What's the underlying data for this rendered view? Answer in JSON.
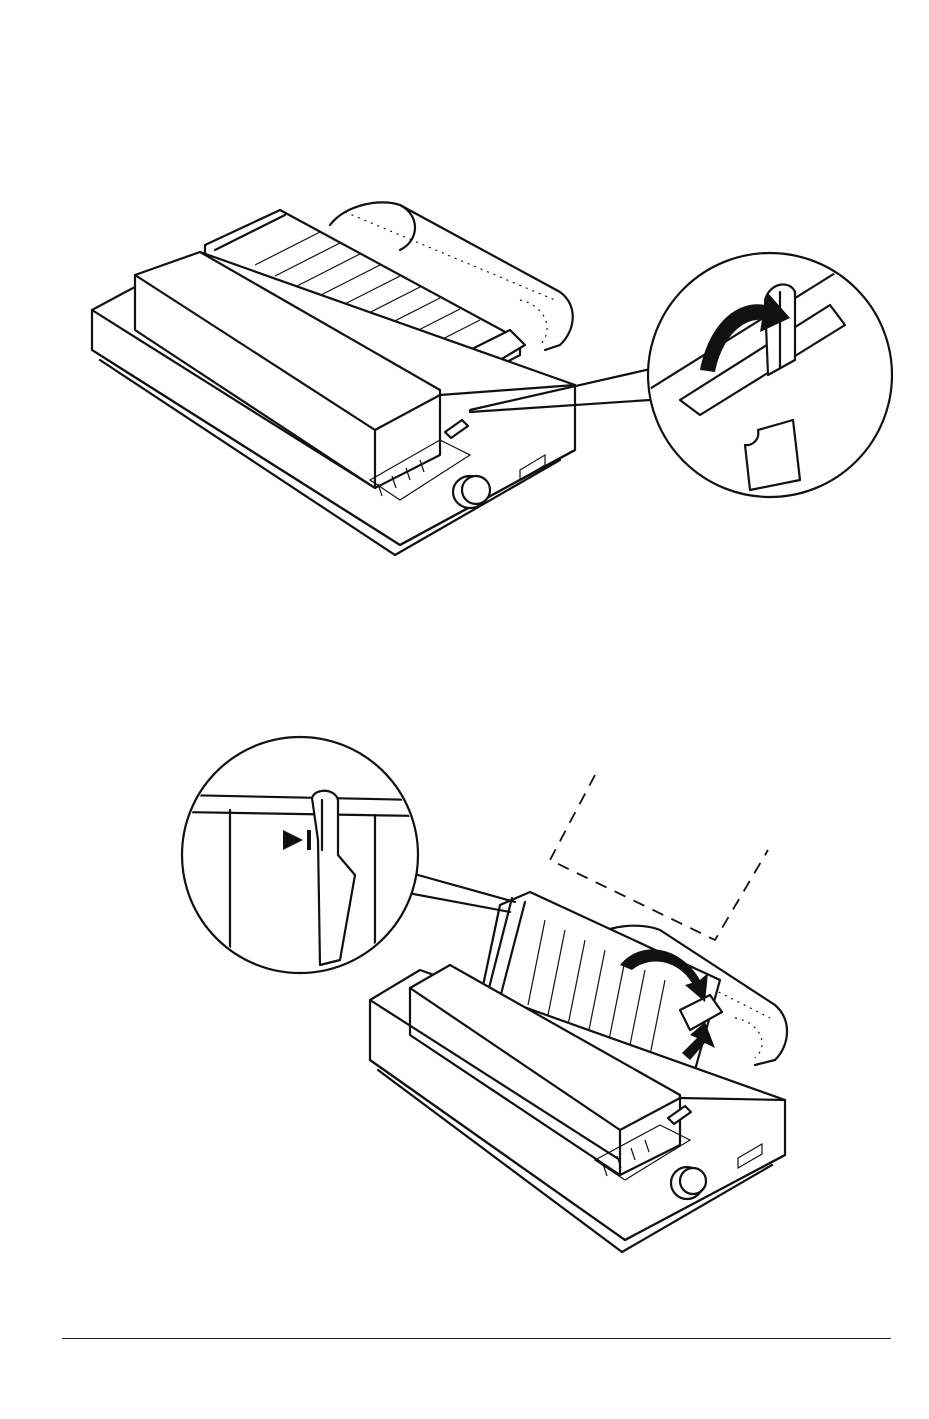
{
  "page": {
    "figures": [
      {
        "id": "figure-top",
        "depicts": "printer-release-lever-moved-back"
      },
      {
        "id": "figure-bottom",
        "depicts": "paper-guide-raised-with-detail"
      }
    ],
    "footer": {
      "rule": true
    }
  },
  "icons": {
    "curved-arrow": "curved-arrow-icon",
    "single-sheet": "single-sheet-icon",
    "push-arrow": "push-arrow-icon",
    "triangle-marker": "triangle-marker-icon"
  },
  "colors": {
    "ink": "#111111",
    "paper": "#ffffff"
  }
}
